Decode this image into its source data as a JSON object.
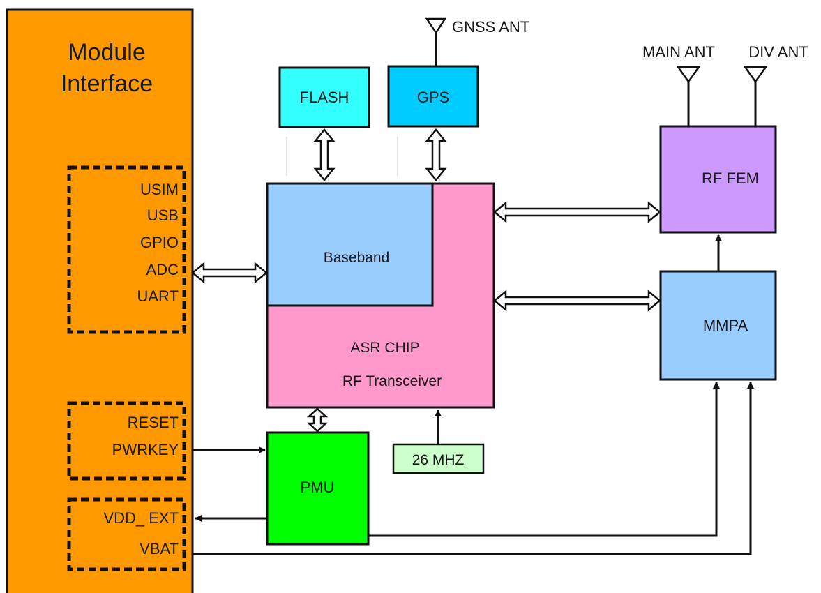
{
  "module_interface": {
    "title_line1": "Module",
    "title_line2": "Interface",
    "color": "#FF9900"
  },
  "interface_groups": {
    "group1": [
      "USIM",
      "USB",
      "GPIO",
      "ADC",
      "UART"
    ],
    "group2": [
      "RESET",
      "PWRKEY"
    ],
    "group3": [
      "VDD_ EXT",
      "VBAT"
    ]
  },
  "blocks": {
    "flash": {
      "label": "FLASH",
      "color": "#33FFFF"
    },
    "gps": {
      "label": "GPS",
      "color": "#00CCFF"
    },
    "baseband": {
      "label": "Baseband",
      "color": "#99CCFF"
    },
    "asr_chip": {
      "line1": "ASR CHIP",
      "line2": "RF Transceiver",
      "color": "#FF99CC"
    },
    "pmu": {
      "label": "PMU",
      "color": "#00FF00"
    },
    "osc": {
      "label": "26 MHZ",
      "color": "#CCFFCC"
    },
    "rf_fem": {
      "label": "RF FEM",
      "color": "#CC99FF"
    },
    "mmpa": {
      "label": "MMPA",
      "color": "#99CCFF"
    }
  },
  "antennas": {
    "gnss": "GNSS ANT",
    "main": "MAIN ANT",
    "div": "DIV ANT"
  }
}
